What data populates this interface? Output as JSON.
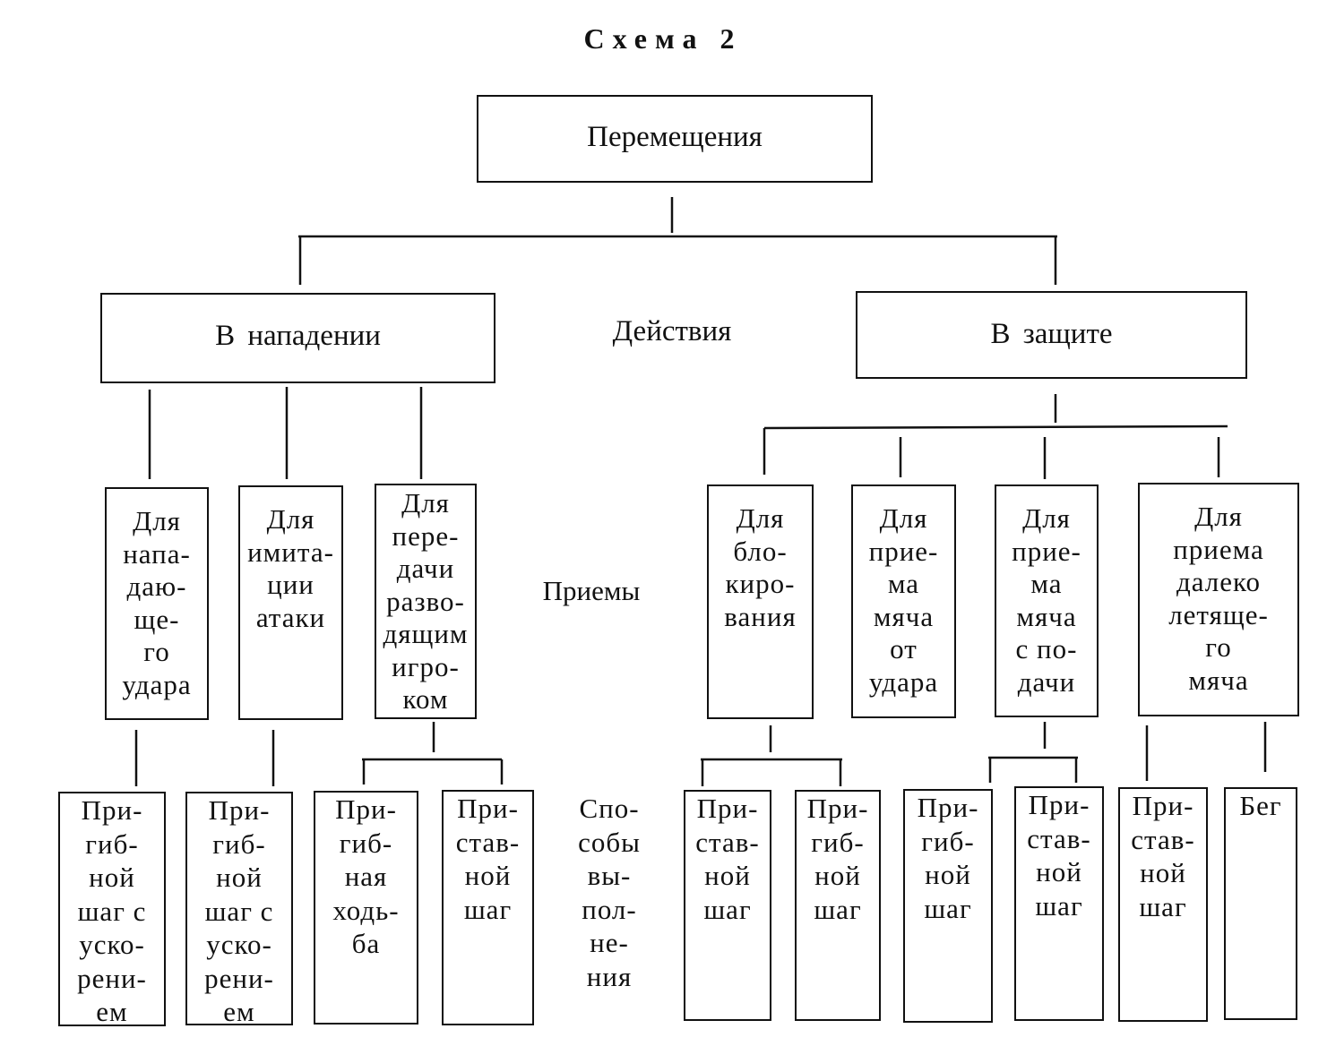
{
  "title": "Схема 2",
  "root": "Перемещения",
  "categories": {
    "attack": "В нападении",
    "defense": "В защите"
  },
  "row_labels": {
    "actions": "Действия",
    "techniques": "Приемы",
    "methods": "Спо-\nсобы\nвы-\nпол-\nне-\nния"
  },
  "techniques": [
    "Для\nнапа-\nдаю-\nще-\nго\nудара",
    "Для\nимита-\nции\nатаки",
    "Для\nпере-\nдачи\nразво-\nдящим\nигро-\nком",
    "Для\nбло-\nкиро-\nвания",
    "Для\nприе-\nма\nмяча\nот\nудара",
    "Для\nприе-\nма\nмяча\nс по-\nдачи",
    "Для\nприема\nдалеко\nлетяще-\nго\nмяча"
  ],
  "methods": [
    "При-\nгиб-\nной\nшаг с\nуско-\nрени-\nем",
    "При-\nгиб-\nной\nшаг с\nуско-\nрени-\nем",
    "При-\nгиб-\nная\nходь-\nба",
    "При-\nстав-\nной\nшаг",
    "При-\nстав-\nной\nшаг",
    "При-\nгиб-\nной\nшаг",
    "При-\nгиб-\nной\nшаг",
    "При-\nстав-\nной\nшаг",
    "При-\nстав-\nной\nшаг",
    "Бег"
  ]
}
